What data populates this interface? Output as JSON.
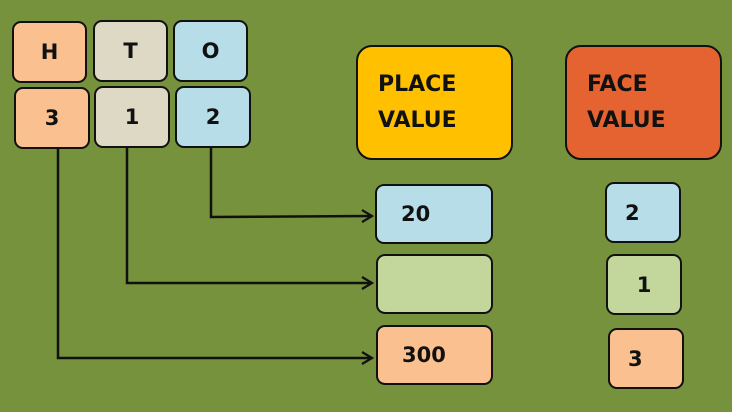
{
  "hto_headers": [
    {
      "label": "H",
      "color": "#fac090"
    },
    {
      "label": "T",
      "color": "#ddd9c4"
    },
    {
      "label": "O",
      "color": "#b7dde8"
    }
  ],
  "number_digits": [
    {
      "digit": "3",
      "place": "H"
    },
    {
      "digit": "1",
      "place": "T"
    },
    {
      "digit": "2",
      "place": "O"
    }
  ],
  "place_value_header": {
    "line1": "PLACE",
    "line2": "VALUE",
    "color": "#ffc000"
  },
  "face_value_header": {
    "line1": "FACE",
    "line2": "VALUE",
    "color": "#e46330"
  },
  "place_values": [
    {
      "from": "O",
      "value": "20",
      "color": "#b7dde8"
    },
    {
      "from": "T",
      "value": "",
      "color": "#c3d69b"
    },
    {
      "from": "H",
      "value": "300",
      "color": "#fac090"
    }
  ],
  "face_values": [
    {
      "value": "2",
      "color": "#b7dde8"
    },
    {
      "value": "1",
      "color": "#c3d69b"
    },
    {
      "value": "3",
      "color": "#fac090"
    }
  ],
  "background_color": "#76923c"
}
